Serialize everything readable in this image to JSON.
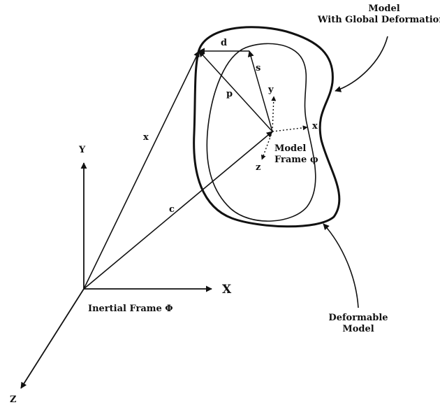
{
  "labels": {
    "model_deformed_line1": "Model",
    "model_deformed_line2": "With Global Deformations",
    "deformable_line1": "Deformable",
    "deformable_line2": "Model",
    "inertial_frame": "Inertial Frame Φ",
    "model_frame_line1": "Model",
    "model_frame_line2": "Frame φ",
    "axis_X": "X",
    "axis_Y": "Y",
    "axis_Z": "Z",
    "local_x": "x",
    "local_y": "y",
    "local_z": "z",
    "vec_x": "x",
    "vec_c": "c",
    "vec_p": "p",
    "vec_s": "s",
    "vec_d": "d"
  },
  "colors": {
    "ink": "#111111",
    "background": "#ffffff"
  }
}
